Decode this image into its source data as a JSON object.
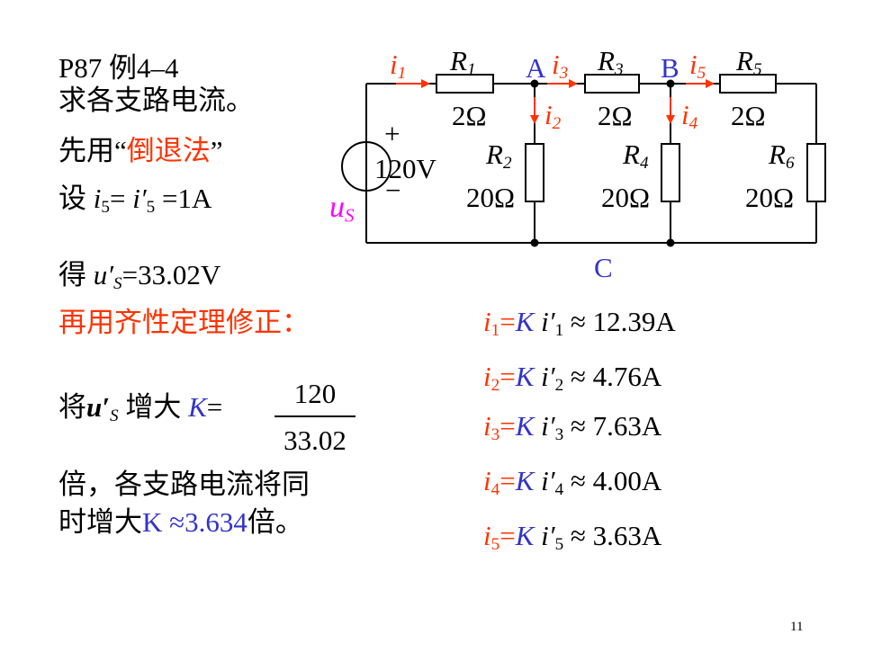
{
  "left": {
    "line1": "P87 例4–4",
    "line2": "求各支路电流。",
    "line3_pre": "先用“",
    "line3_red": "倒退法",
    "line3_post": "”",
    "line4_pre": "设 ",
    "line4_i": "i",
    "line4_sub": "5",
    "line4_mid": "= ",
    "line4_i2": "i′",
    "line4_sub2": "5",
    "line4_post": " =1A",
    "line5_pre": "得 ",
    "line5_u": "u′",
    "line5_sub": "S",
    "line5_post": "=33.02V",
    "line6": "再用齐性定理修正：",
    "line7_pre": "将",
    "line7_u": "u′",
    "line7_sub": "S",
    "line7_mid": " 增大 ",
    "line7_K": "K",
    "line7_eq": "=",
    "frac_num": "120",
    "frac_den": "33.02",
    "line8": "倍，各支路电流将同",
    "line9_pre": "时增大",
    "line9_blue": "K ≈3.634",
    "line9_post": "倍。"
  },
  "results": [
    {
      "i": "i",
      "sub": "1",
      "eq": "=",
      "K": "K",
      "ip": " i′",
      "psub": "1",
      "val": " ≈ 12.39A"
    },
    {
      "i": "i",
      "sub": "2",
      "eq": "=",
      "K": "K",
      "ip": " i′",
      "psub": "2",
      "val": " ≈ 4.76A"
    },
    {
      "i": "i",
      "sub": "3",
      "eq": "=",
      "K": "K",
      "ip": " i′",
      "psub": "3",
      "val": " ≈ 7.63A"
    },
    {
      "i": "i",
      "sub": "4",
      "eq": "=",
      "K": "K",
      "ip": " i′",
      "psub": "4",
      "val": " ≈ 4.00A"
    },
    {
      "i": "i",
      "sub": "5",
      "eq": "=",
      "K": "K",
      "ip": " i′",
      "psub": "5",
      "val": " ≈ 3.63A"
    }
  ],
  "circuit": {
    "R1": "R",
    "R1sub": "1",
    "R1val": "2Ω",
    "R2": "R",
    "R2sub": "2",
    "R2val": "20Ω",
    "R3": "R",
    "R3sub": "3",
    "R3val": "2Ω",
    "R4": "R",
    "R4sub": "4",
    "R4val": "20Ω",
    "R5": "R",
    "R5sub": "5",
    "R5val": "2Ω",
    "R6": "R",
    "R6sub": "6",
    "R6val": "20Ω",
    "source_plus": "+",
    "source_minus": "−",
    "source_val": "120V",
    "us": "u",
    "ussub": "S",
    "nodeA": "A",
    "nodeB": "B",
    "nodeC": "C",
    "i1": "i",
    "i1sub": "1",
    "i2": "i",
    "i2sub": "2",
    "i3": "i",
    "i3sub": "3",
    "i4": "i",
    "i4sub": "4",
    "i5": "i",
    "i5sub": "5"
  },
  "page_number": "11",
  "colors": {
    "red": "#ff3300",
    "blue": "#3333cc",
    "magenta": "#ff00ff"
  }
}
